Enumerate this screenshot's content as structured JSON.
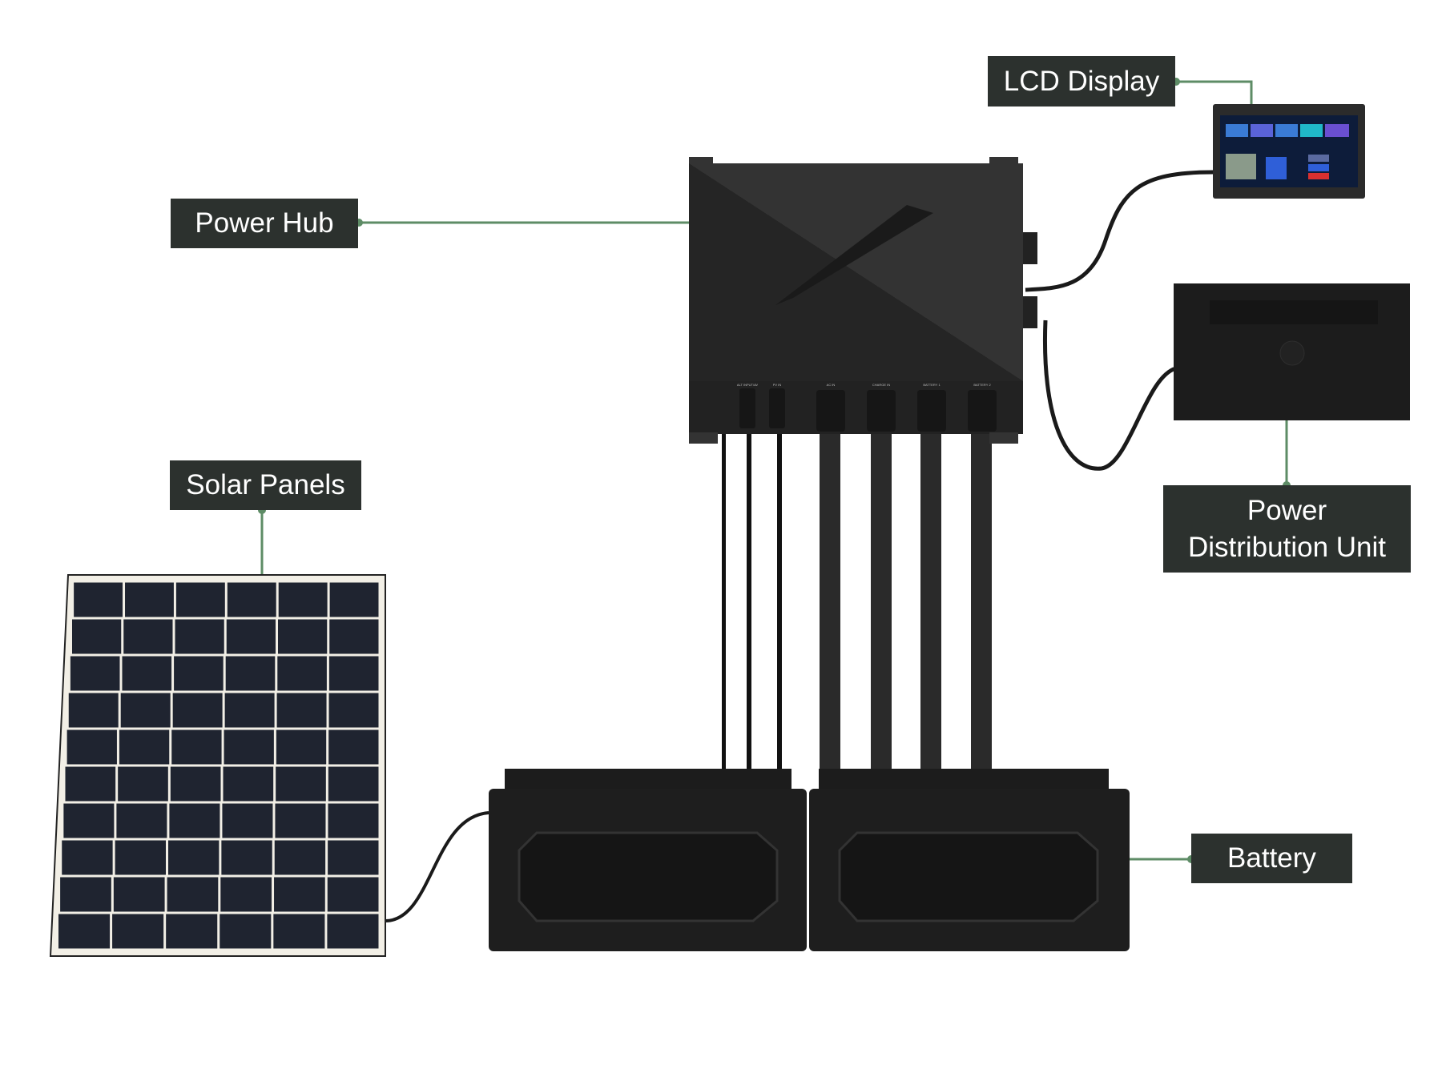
{
  "labels": {
    "lcd_display": "LCD Display",
    "power_hub": "Power Hub",
    "solar_panels": "Solar Panels",
    "pdu_line1": "Power",
    "pdu_line2": "Distribution Unit",
    "battery": "Battery"
  },
  "hub_ports": [
    "ALT INPUT/AV",
    "PV IN",
    "AC IN",
    "CHARGE IN",
    "BATTERY 1",
    "BATTERY 2"
  ],
  "colors": {
    "label_bg": "#2c312e",
    "leader_line": "#5e8c66",
    "device": "#2a2a2a"
  }
}
